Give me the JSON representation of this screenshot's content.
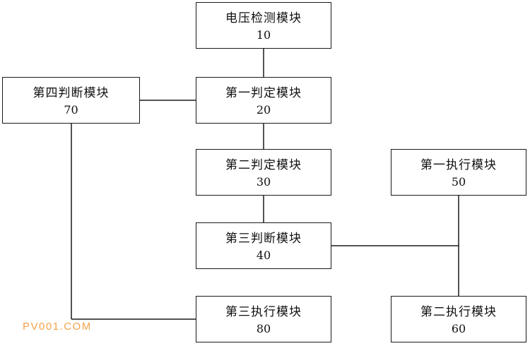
{
  "modules": {
    "voltage_detection": {
      "name": "电压检测模块",
      "code": "10"
    },
    "first_determination": {
      "name": "第一判定模块",
      "code": "20"
    },
    "second_determination": {
      "name": "第二判定模块",
      "code": "30"
    },
    "third_judgment": {
      "name": "第三判断模块",
      "code": "40"
    },
    "first_execution": {
      "name": "第一执行模块",
      "code": "50"
    },
    "second_execution": {
      "name": "第二执行模块",
      "code": "60"
    },
    "fourth_judgment": {
      "name": "第四判断模块",
      "code": "70"
    },
    "third_execution": {
      "name": "第三执行模块",
      "code": "80"
    }
  },
  "watermark": "PV001.COM",
  "colors": {
    "line": "#1a1a1a",
    "box_border": "#1a1a1a",
    "watermark": "#f2a34a"
  }
}
